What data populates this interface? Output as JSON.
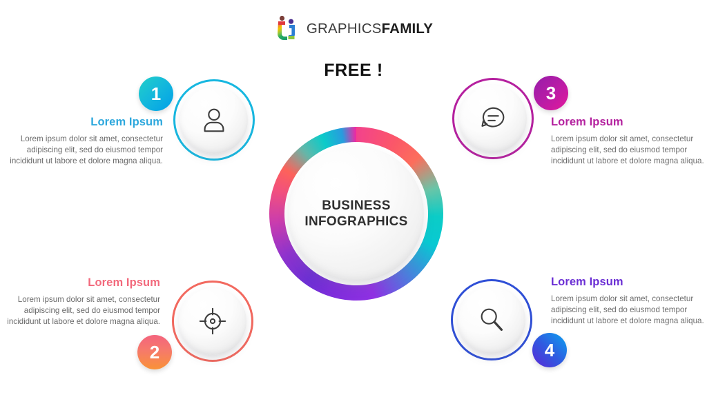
{
  "brand": {
    "name_light": "GRAPHICS",
    "name_bold": "FAMILY",
    "logo_icon": "graphicsfamily-logo-icon"
  },
  "free_label": "FREE !",
  "hub": {
    "title_line1": "BUSINESS",
    "title_line2": "INFOGRAPHICS",
    "ring_colors": [
      "#8b33d8",
      "#e8458a",
      "#f4705f",
      "#16c9c4",
      "#2f9ad8",
      "#e8299c"
    ]
  },
  "items": [
    {
      "number": "1",
      "title": "Lorem Ipsum",
      "body": "Lorem ipsum dolor sit amet, consectetur adipiscing elit, sed do eiusmod tempor incididunt ut labore et dolore magna aliqua.",
      "icon": "user-icon",
      "ring_color": "#17b7e0",
      "title_color": "#2ea8dd",
      "badge_gradient_from": "#22cfc8",
      "badge_gradient_to": "#009fe8"
    },
    {
      "number": "2",
      "title": "Lorem Ipsum",
      "body": "Lorem ipsum dolor sit amet, consectetur adipiscing elit, sed do eiusmod tempor incididunt ut labore et dolore magna aliqua.",
      "icon": "target-icon",
      "ring_color": "#f2695f",
      "title_color": "#f2697c",
      "badge_gradient_from": "#f4647e",
      "badge_gradient_to": "#f99238"
    },
    {
      "number": "3",
      "title": "Lorem Ipsum",
      "body": "Lorem ipsum dolor sit amet, consectetur adipiscing elit, sed do eiusmod tempor incididunt ut labore et dolore magna aliqua.",
      "icon": "speech-bubble-icon",
      "ring_color": "#b5209f",
      "title_color": "#b4229f",
      "badge_gradient_from": "#961ca9",
      "badge_gradient_to": "#e3189c"
    },
    {
      "number": "4",
      "title": "Lorem Ipsum",
      "body": "Lorem ipsum dolor sit amet, consectetur adipiscing elit, sed do eiusmod tempor incididunt ut labore et dolore magna aliqua.",
      "icon": "magnifier-icon",
      "ring_color": "#2f4fd6",
      "title_color": "#6b2fd4",
      "badge_gradient_from": "#0aa3f0",
      "badge_gradient_to": "#5c28d6"
    }
  ]
}
